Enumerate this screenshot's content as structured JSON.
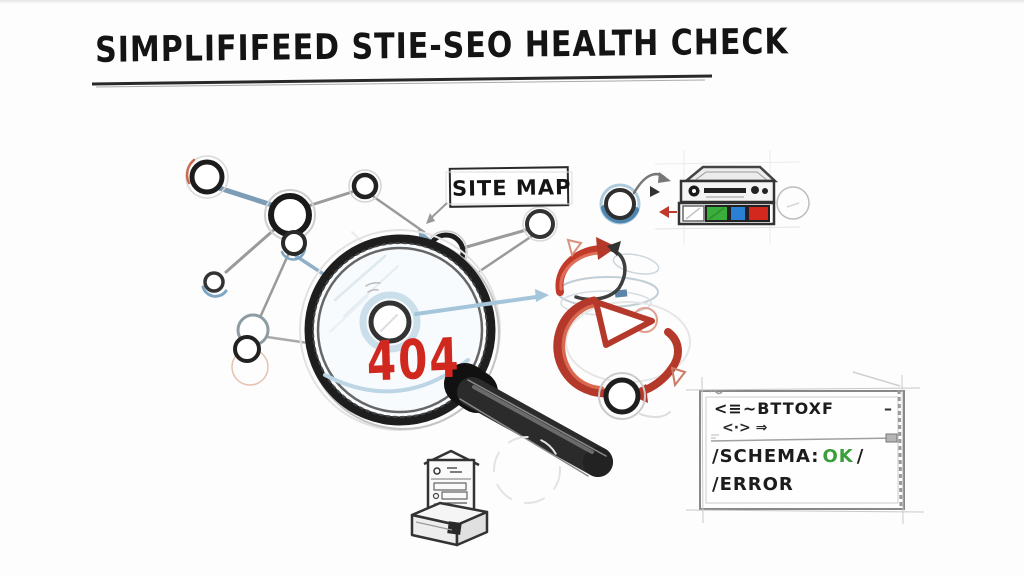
{
  "title": {
    "text": "SIMPLIFIFEED STIE-SEO HEALTH CHECK"
  },
  "labels": {
    "site_map": "SITE MAP",
    "error_404": "404"
  },
  "code_panel": {
    "line1": "<≡~BTTOXF",
    "line1_dash": "–",
    "line2": "<·>  ⇒",
    "schema_label": "/SCHEMA:",
    "schema_status": "OK",
    "schema_slash": "/",
    "error_label": "/ERROR"
  },
  "icons": {
    "network_graph": "linked-circle-nodes",
    "magnifier": "magnifying-glass",
    "redirect_loops": "red-cycle-arrows",
    "server": "server-with-status-bar",
    "form_box": "ballot-box-sketch",
    "code_panel": "browser-code-box"
  },
  "colors": {
    "ink": "#1e1e1e",
    "error_red": "#d0281e",
    "ok_green": "#3a9e3a",
    "status_green": "#3aae3a",
    "status_blue": "#2b7fd4",
    "status_red": "#d3281e",
    "accent_blue": "#7fa6c2",
    "sketch_gray": "#999999"
  }
}
